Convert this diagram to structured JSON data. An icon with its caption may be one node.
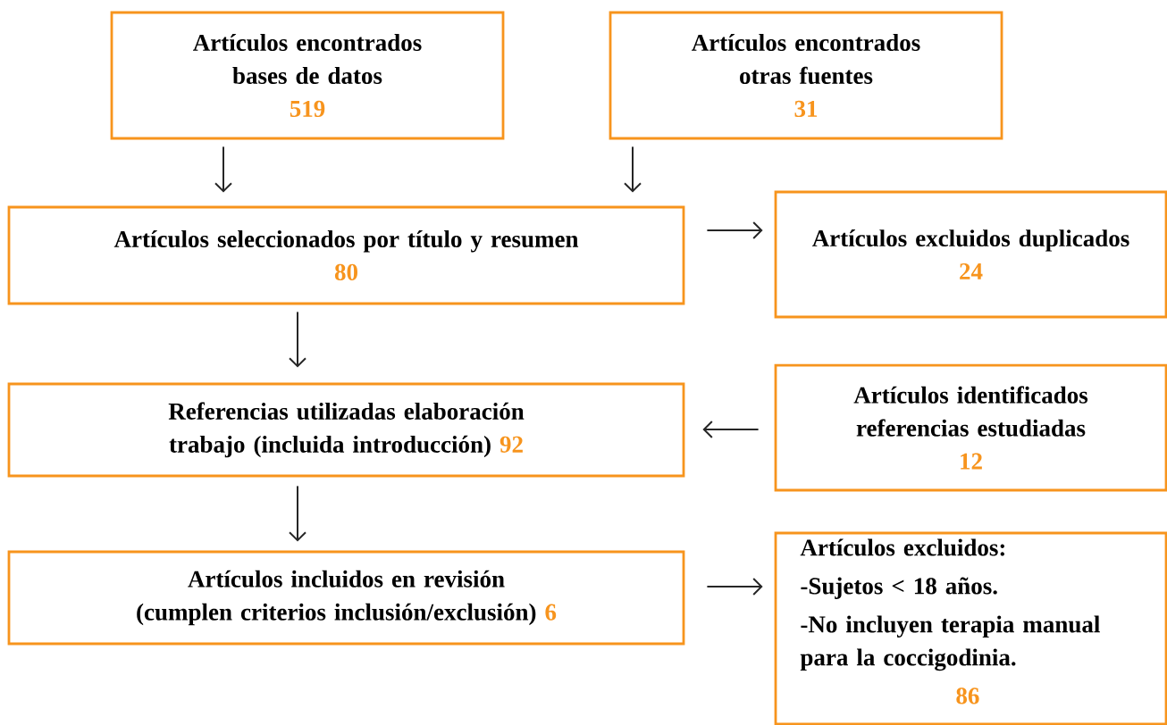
{
  "diagram": {
    "nodes": [
      {
        "text": [
          "Artículos encontrados bases de datos",
          "519"
        ]
      },
      {
        "text": [
          "Artículos encontrados otras fuentes",
          "31"
        ]
      },
      {
        "text": [
          "Artículos seleccionados por título y resumen",
          "80"
        ]
      },
      {
        "text": [
          "Artículos excluidos duplicados",
          "24"
        ]
      },
      {
        "text": [
          "Referencias utilizadas elaboración trabajo (incluida introducción)",
          "92"
        ]
      },
      {
        "text": [
          "Artículos identificados referencias estudiadas",
          "12"
        ]
      },
      {
        "text": [
          "Artículos incluidos en revisión (cumplen criterios inclusión/exclusión)",
          "6"
        ]
      },
      {
        "text": [
          "Artículos excluidos:",
          "-Sujetos < 18 años.",
          "-No incluyen terapia manual para la coccigodinia.",
          "86"
        ]
      }
    ],
    "edges": [
      {
        "from": 0,
        "to": 2,
        "arrow": "to"
      },
      {
        "from": 1,
        "to": 2,
        "arrow": "to"
      },
      {
        "from": 2,
        "to": 3,
        "arrow": "to"
      },
      {
        "from": 2,
        "to": 4,
        "arrow": "to"
      },
      {
        "from": 5,
        "to": 4,
        "arrow": "to"
      },
      {
        "from": 4,
        "to": 6,
        "arrow": "to"
      },
      {
        "from": 6,
        "to": 7,
        "arrow": "to"
      }
    ]
  }
}
